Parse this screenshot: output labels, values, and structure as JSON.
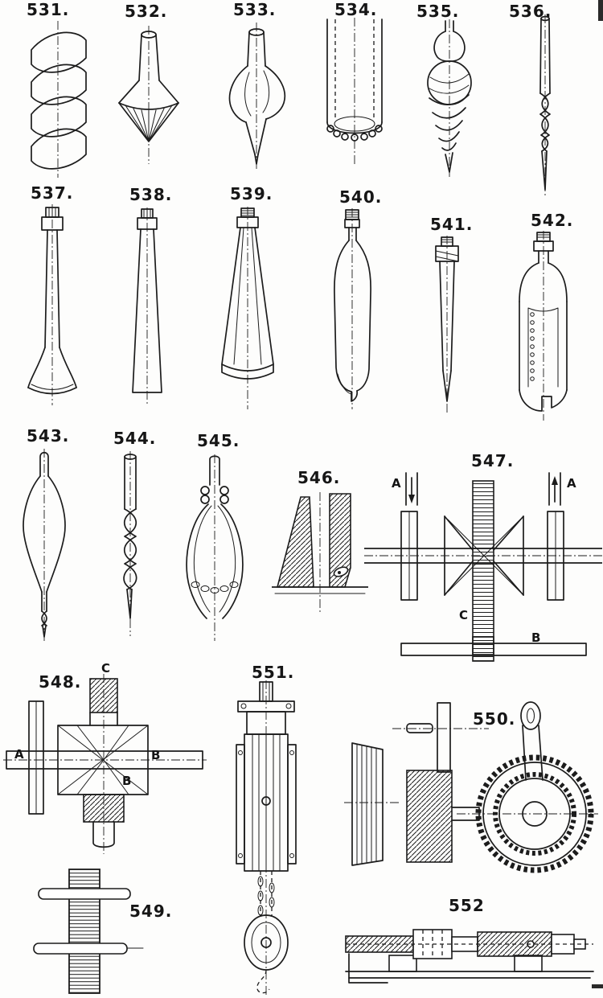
{
  "page": {
    "background": "#fdfdfc",
    "ink": "#1c1c1c",
    "kind": "engraved plate of boring tools and gear mechanisms"
  },
  "figures": {
    "f531": {
      "label": "531.",
      "name": "twist-auger-bit"
    },
    "f532": {
      "label": "532.",
      "name": "rose-countersink-bit"
    },
    "f533": {
      "label": "533.",
      "name": "center-bit"
    },
    "f534": {
      "label": "534.",
      "name": "crown-shell-bit"
    },
    "f535": {
      "label": "535.",
      "name": "cone-twist-gimlet"
    },
    "f536": {
      "label": "536.",
      "name": "slender-gimlet"
    },
    "f537": {
      "label": "537.",
      "name": "spade-boring-tool"
    },
    "f538": {
      "label": "538.",
      "name": "flat-taper-reamer"
    },
    "f539": {
      "label": "539.",
      "name": "fluted-taper-reamer"
    },
    "f540": {
      "label": "540.",
      "name": "shell-auger"
    },
    "f541": {
      "label": "541.",
      "name": "square-shank-drill"
    },
    "f542": {
      "label": "542.",
      "name": "pierced-shell-auger"
    },
    "f543": {
      "label": "543.",
      "name": "spear-point-bit"
    },
    "f544": {
      "label": "544.",
      "name": "open-twist-gimlet"
    },
    "f545": {
      "label": "545.",
      "name": "wire-cage-tool"
    },
    "f546": {
      "label": "546.",
      "name": "tool-section-view"
    },
    "f547": {
      "label": "547.",
      "name": "friction-cone-drive",
      "letters": {
        "a_left": "A",
        "a_right": "A",
        "b": "B",
        "c": "C"
      }
    },
    "f548": {
      "label": "548.",
      "name": "bevel-gear-cross",
      "letters": {
        "c": "C",
        "a": "A",
        "b": "B",
        "b2": "B"
      }
    },
    "f549": {
      "label": "549.",
      "name": "capstan-screw"
    },
    "f550": {
      "label": "550.",
      "name": "gear-and-cone-pulley"
    },
    "f551": {
      "label": "551.",
      "name": "chain-pulley-block"
    },
    "f552": {
      "label": "552",
      "name": "spindle-assembly"
    }
  }
}
